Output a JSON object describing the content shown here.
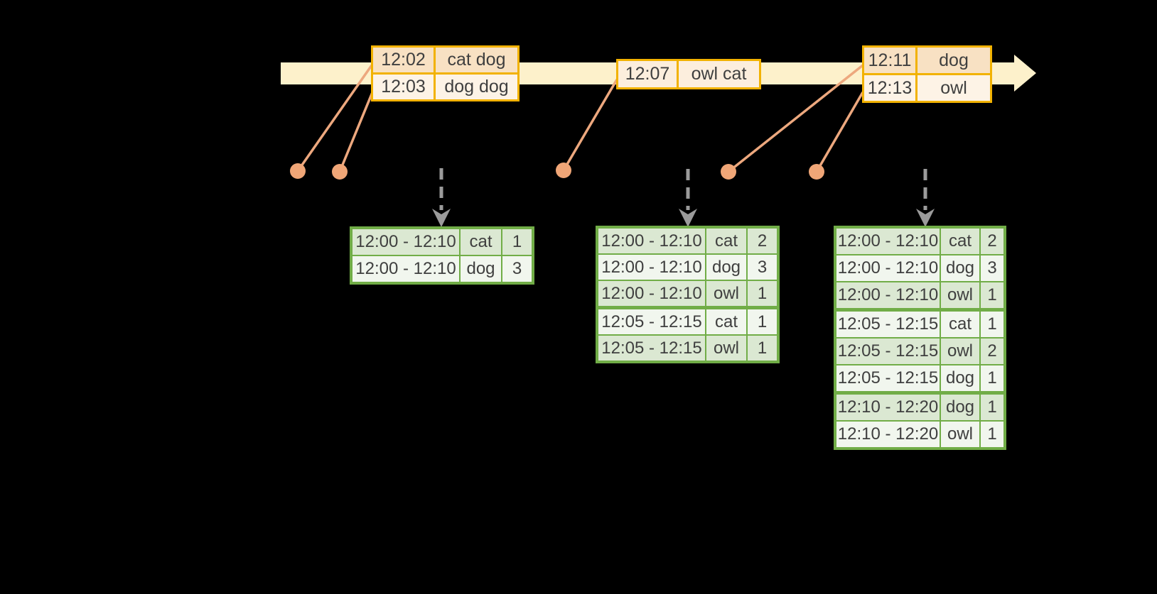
{
  "colors": {
    "background": "#000000",
    "text": "#3f3f3f",
    "timeline": "#fdf1cb",
    "event_border": "#f2b200",
    "event_row_dark": "#f8e1c3",
    "event_row_light": "#fdf3e6",
    "event_row_single": "#fceedd",
    "connector": "#eda87e",
    "dot": "#f0a677",
    "trigger_arrow": "#9b9b9b",
    "result_border": "#71ad47",
    "result_row_green": "#dbe8d2",
    "result_row_light": "#f1f6ee"
  },
  "timeline": {
    "icon": "arrow-right-icon"
  },
  "event_tables": [
    {
      "id": "event-table-1",
      "rows": [
        {
          "time": "12:02",
          "words": "cat dog"
        },
        {
          "time": "12:03",
          "words": "dog dog"
        }
      ]
    },
    {
      "id": "event-table-2",
      "rows": [
        {
          "time": "12:07",
          "words": "owl cat"
        }
      ]
    },
    {
      "id": "event-table-3",
      "rows": [
        {
          "time": "12:11",
          "words": "dog"
        },
        {
          "time": "12:13",
          "words": "owl"
        }
      ]
    }
  ],
  "result_tables": [
    {
      "id": "result-table-1",
      "rows": [
        [
          "12:00 - 12:10",
          "cat",
          "1"
        ],
        [
          "12:00 - 12:10",
          "dog",
          "3"
        ]
      ]
    },
    {
      "id": "result-table-2",
      "rows": [
        [
          "12:00 - 12:10",
          "cat",
          "2"
        ],
        [
          "12:00 - 12:10",
          "dog",
          "3"
        ],
        [
          "12:00 - 12:10",
          "owl",
          "1"
        ],
        [
          "12:05 - 12:15",
          "cat",
          "1"
        ],
        [
          "12:05 - 12:15",
          "owl",
          "1"
        ]
      ]
    },
    {
      "id": "result-table-3",
      "rows": [
        [
          "12:00 - 12:10",
          "cat",
          "2"
        ],
        [
          "12:00 - 12:10",
          "dog",
          "3"
        ],
        [
          "12:00 - 12:10",
          "owl",
          "1"
        ],
        [
          "12:05 - 12:15",
          "cat",
          "1"
        ],
        [
          "12:05 - 12:15",
          "owl",
          "2"
        ],
        [
          "12:05 - 12:15",
          "dog",
          "1"
        ],
        [
          "12:10 - 12:20",
          "dog",
          "1"
        ],
        [
          "12:10 - 12:20",
          "owl",
          "1"
        ]
      ]
    }
  ]
}
